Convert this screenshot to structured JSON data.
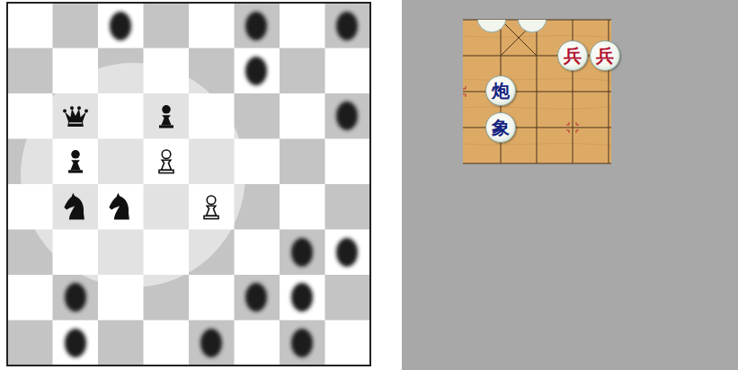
{
  "diagram": {
    "nodes": [
      {
        "text": [
          "兵"
        ]
      },
      {
        "text": [
          "兵"
        ]
      },
      {
        "text": [
          "炮"
        ]
      },
      {
        "text": [
          "象"
        ]
      }
    ]
  }
}
